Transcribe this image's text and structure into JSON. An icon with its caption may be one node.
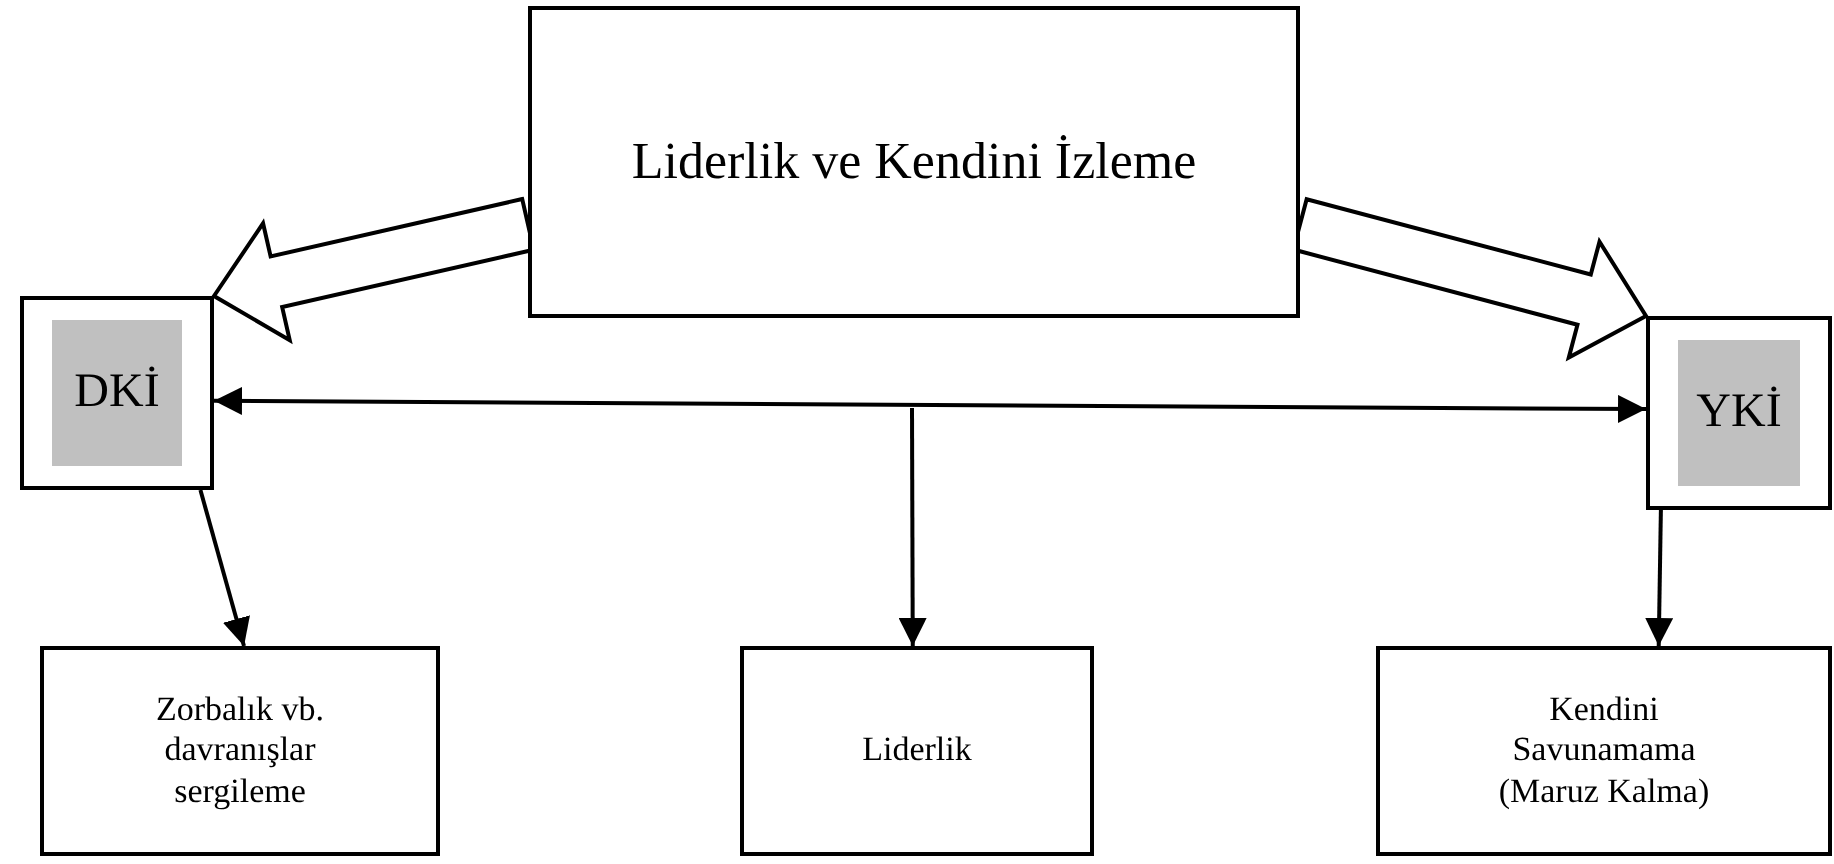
{
  "diagram": {
    "nodes": [
      {
        "text": [
          "Liderlik ve Kendini İzleme"
        ]
      },
      {
        "text": [
          "DKİ"
        ]
      },
      {
        "text": [
          "YKİ"
        ]
      },
      {
        "text": [
          "Zorbalık vb. davranışlar sergileme"
        ]
      },
      {
        "text": [
          "Liderlik"
        ]
      },
      {
        "text": [
          "Kendini Savunamama (Maruz Kalma)"
        ]
      }
    ],
    "edges": [
      {
        "from": 0,
        "to": 1,
        "arrow": "to",
        "style": "thick"
      },
      {
        "from": 0,
        "to": 2,
        "arrow": "to",
        "style": "thick"
      },
      {
        "from": 1,
        "to": 2,
        "arrow": "both"
      },
      {
        "from": 1,
        "to": 3,
        "arrow": "to"
      },
      {
        "from": null,
        "to": 4,
        "arrow": "to"
      },
      {
        "from": 2,
        "to": 5,
        "arrow": "to"
      }
    ]
  }
}
